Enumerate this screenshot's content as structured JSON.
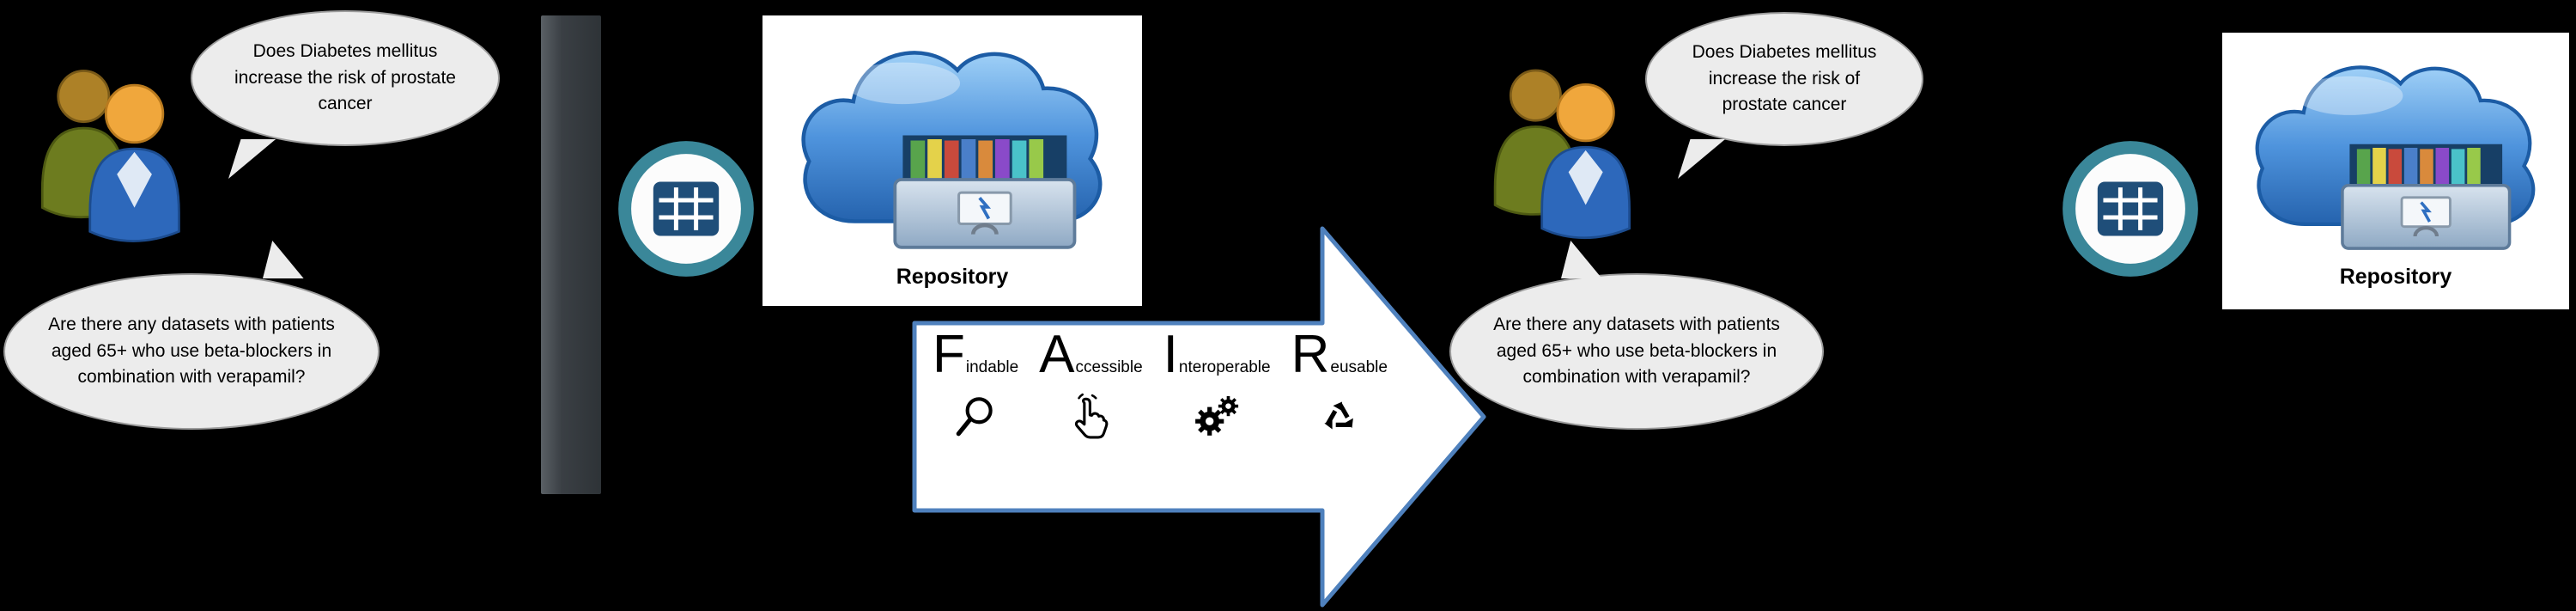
{
  "diagram_title": "FAIR data repository before/after diagram",
  "colors": {
    "background": "#000000",
    "bubble_fill": "#ececec",
    "bubble_border": "#9d9d9d",
    "barrier_gray": "#3a3f44",
    "arrow_border": "#4f81bd",
    "arrow_fill": "#ffffff",
    "cloud_blue": "#2f6fc1",
    "dataset_icon_ring": "#3a8799",
    "dataset_icon_table": "#1f4e79"
  },
  "before": {
    "question_top": "Does Diabetes mellitus  increase the risk of prostate cancer",
    "question_bottom": "Are there any datasets with patients aged 65+ who use beta-blockers in combination  with verapamil?",
    "repository_label": "Repository",
    "icons": [
      "researchers-icon",
      "barrier-bar",
      "dataset-grid-icon",
      "cloud-repository-icon"
    ]
  },
  "after": {
    "question_top": "Does Diabetes mellitus  increase the risk of prostate cancer",
    "question_bottom": "Are there any datasets with patients aged 65+ who use beta-blockers in combination with  verapamil?",
    "repository_label": "Repository",
    "icons": [
      "researchers-icon",
      "dataset-grid-icon",
      "cloud-repository-icon"
    ]
  },
  "fair": {
    "items": [
      {
        "letter": "F",
        "rest": "indable",
        "icon": "magnifier-icon"
      },
      {
        "letter": "A",
        "rest": "ccessible",
        "icon": "hand-select-icon"
      },
      {
        "letter": "I",
        "rest": "nteroperable",
        "icon": "gears-icon"
      },
      {
        "letter": "R",
        "rest": "eusable",
        "icon": "recycle-icon"
      }
    ]
  }
}
